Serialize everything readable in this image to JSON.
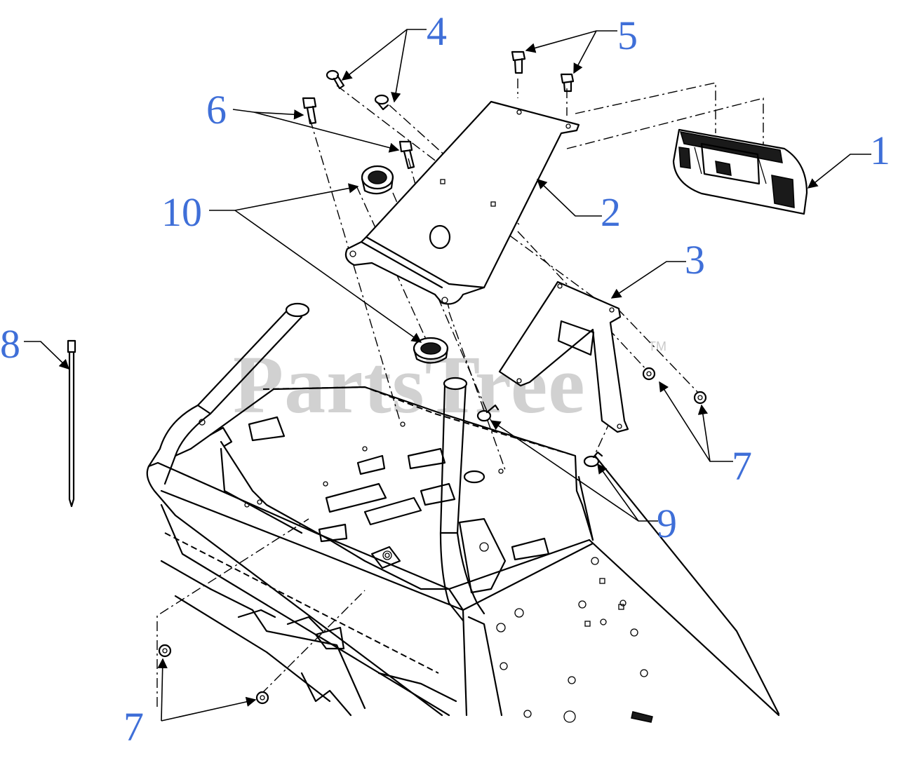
{
  "watermark": {
    "text": "PartsTree",
    "trademark": "TM"
  },
  "callouts": {
    "c1": "1",
    "c2": "2",
    "c3": "3",
    "c4": "4",
    "c5": "5",
    "c6": "6",
    "c7a": "7",
    "c7b": "7",
    "c8": "8",
    "c9": "9",
    "c10": "10"
  },
  "colors": {
    "callout": "#3f6fd8",
    "line": "#000000",
    "watermark": "#c9c9c9"
  }
}
